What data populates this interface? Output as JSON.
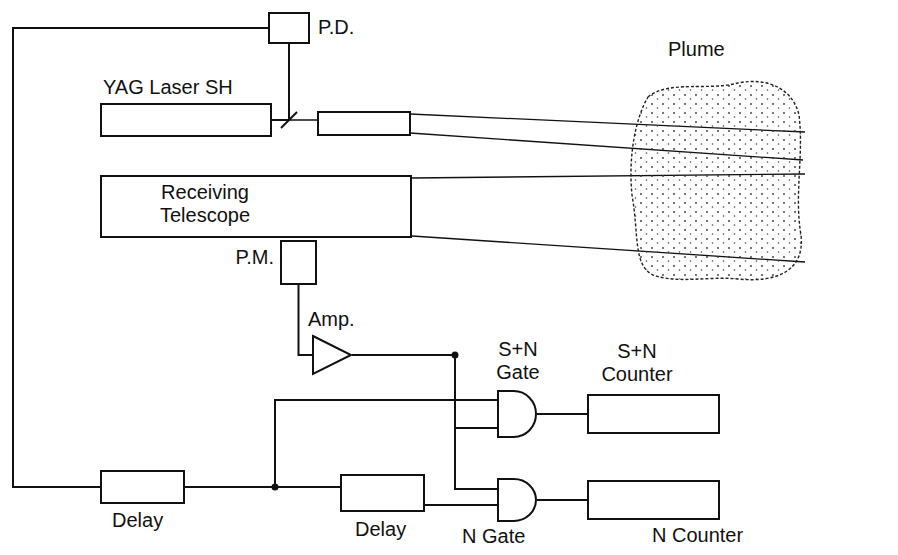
{
  "diagram": {
    "nodes": [
      {
        "text": [
          "P.D."
        ]
      },
      {
        "text": [
          "YAG Laser SH"
        ]
      },
      {
        "text": [
          "Plume"
        ]
      },
      {
        "text": [
          "Receiving Telescope"
        ]
      },
      {
        "text": [
          "P.M."
        ]
      },
      {
        "text": [
          "Amp."
        ]
      },
      {
        "text": [
          "S+N Gate"
        ]
      },
      {
        "text": [
          "S+N Counter"
        ]
      },
      {
        "text": [
          "Delay"
        ]
      },
      {
        "text": [
          "Delay"
        ]
      },
      {
        "text": [
          "N Gate"
        ]
      },
      {
        "text": [
          "N Counter"
        ]
      }
    ],
    "edges": [
      {
        "from": 0,
        "to": 1,
        "arrow": "none"
      },
      {
        "from": 0,
        "to": 8,
        "arrow": "none"
      },
      {
        "from": 4,
        "to": 5,
        "arrow": "none"
      },
      {
        "from": 5,
        "to": 6,
        "arrow": "none"
      },
      {
        "from": 5,
        "to": 10,
        "arrow": "none"
      },
      {
        "from": 8,
        "to": 6,
        "arrow": "none"
      },
      {
        "from": 8,
        "to": 9,
        "arrow": "none"
      },
      {
        "from": 9,
        "to": 10,
        "arrow": "none"
      },
      {
        "from": 6,
        "to": 7,
        "arrow": "none"
      },
      {
        "from": 10,
        "to": 11,
        "arrow": "none"
      }
    ]
  }
}
